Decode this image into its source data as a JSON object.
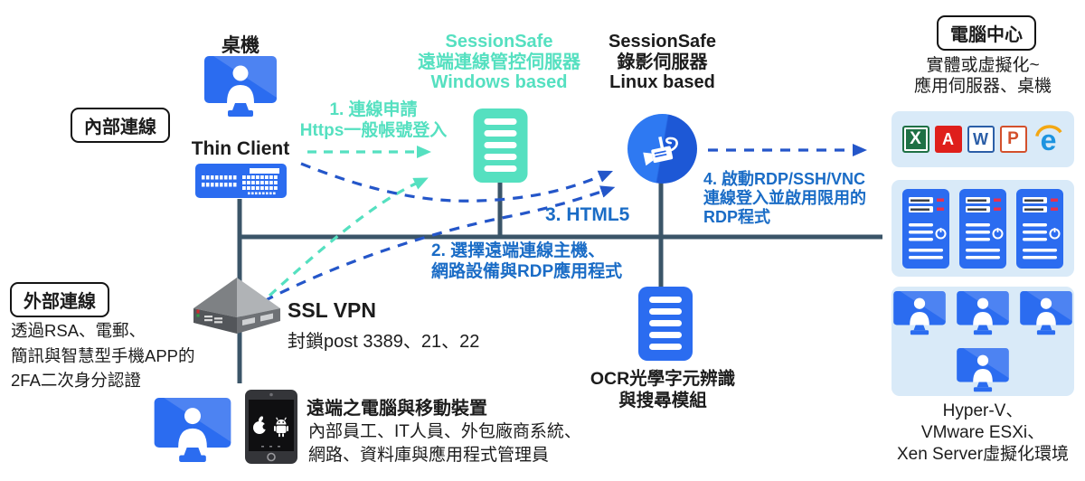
{
  "colors": {
    "teal": "#55e0c0",
    "icon_blue": "#2b6cf0",
    "text_blue": "#1a6cc6",
    "arrow_blue": "#2456c9",
    "backbone_dark": "#3b5568",
    "panel_light_blue": "#d9eaf8"
  },
  "labels": {
    "desktop": "桌機",
    "internal_badge": "內部連線",
    "thin_client": "Thin Client"
  },
  "mgmt_server": {
    "l1": "SessionSafe",
    "l2": "遠端連線管控伺服器",
    "l3": "Windows based"
  },
  "rec_server": {
    "l1": "SessionSafe",
    "l2": "錄影伺服器",
    "l3": "Linux based"
  },
  "steps": {
    "s1a": "1. 連線申請",
    "s1b": "Https一般帳號登入",
    "s2a": "2. 選擇遠端連線主機、",
    "s2b": "網路設備與RDP應用程式",
    "s3": "3. HTML5",
    "s4a": "4. 啟動RDP/SSH/VNC",
    "s4b": "連線登入並啟用限用的",
    "s4c": "RDP程式"
  },
  "datacenter": {
    "badge": "電腦中心",
    "sub1": "實體或虛擬化~",
    "sub2": "應用伺服器、桌機",
    "hyp1": "Hyper-V、",
    "hyp2": "VMware ESXi、",
    "hyp3": "Xen Server虛擬化環境"
  },
  "apps": {
    "excel": {
      "name": "Excel",
      "glyph": "X"
    },
    "acrobat": {
      "name": "Acrobat PDF",
      "glyph": "A"
    },
    "word": {
      "name": "Word",
      "glyph": "W"
    },
    "powerpoint": {
      "name": "PowerPoint",
      "glyph": "P"
    },
    "edge": {
      "name": "Edge",
      "glyph": "e"
    }
  },
  "external": {
    "badge": "外部連線",
    "d1": "透過RSA、電郵、",
    "d2": "簡訊與智慧型手機APP的",
    "d3": "2FA二次身分認證"
  },
  "vpn": {
    "title": "SSL VPN",
    "subtitle": "封鎖post 3389、21、22"
  },
  "ocr": {
    "l1": "OCR光學字元辨識",
    "l2": "與搜尋模組"
  },
  "remote": {
    "title": "遠端之電腦與移動裝置",
    "d1": "內部員工、IT人員、外包廠商系統、",
    "d2": "網路、資料庫與應用程式管理員"
  },
  "icons": {
    "desktop-monitor-icon": "blue monitor with user silhouette",
    "thin-client-icon": "blue thin client keyboard device",
    "mgmt-server-icon": "teal document server",
    "recording-camera-icon": "blue circle with video camera",
    "ocr-server-icon": "blue document server",
    "ssl-vpn-appliance-icon": "gray isometric network appliance",
    "tablet-icon": "dark tablet with apple and android logos",
    "server-rack-icon": "blue server tower",
    "vm-monitor-icon": "blue monitor with user silhouette"
  }
}
